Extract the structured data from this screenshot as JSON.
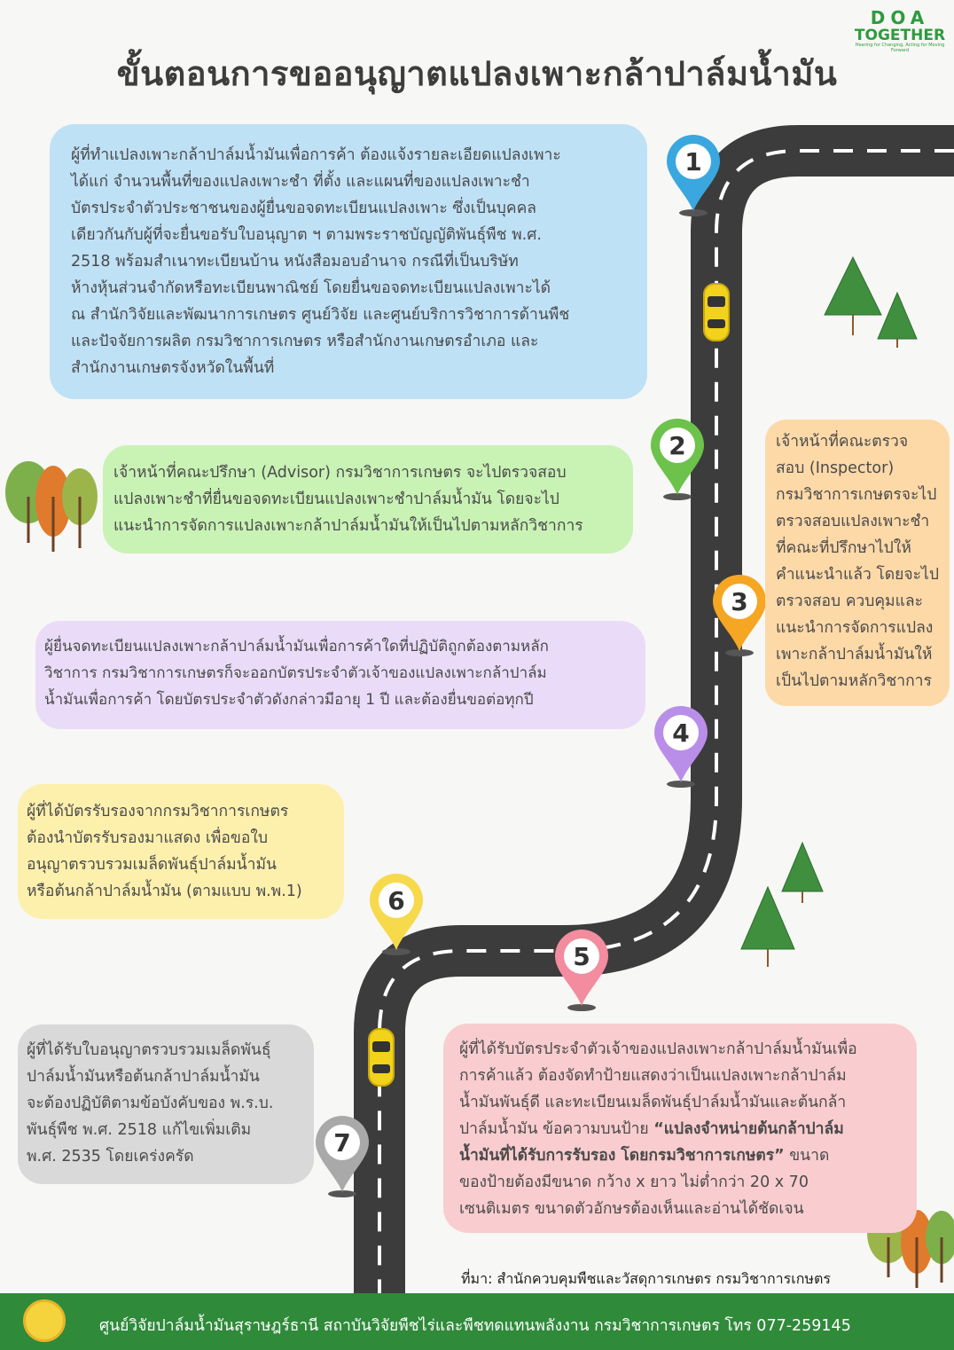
{
  "header": {
    "title": "ขั้นตอนการขออนุญาตแปลงเพาะกล้าปาล์มน้ำมัน",
    "logo_top": "DOA",
    "logo_bottom": "TOGETHER",
    "logo_tagline": "Hearing for Changing, Acting for Moving Forward"
  },
  "steps": [
    {
      "number": "1",
      "color": "#3aa7de",
      "text": "ผู้ที่ทำแปลงเพาะกล้าปาล์มน้ำมันเพื่อการค้า ต้องแจ้งรายละเอียดแปลงเพาะ\nได้แก่   จำนวนพื้นที่ของแปลงเพาะชำ ที่ตั้ง และแผนที่ของแปลงเพาะชำ\nบัตรประจำตัวประชาชนของผู้ยื่นขอจดทะเบียนแปลงเพาะ   ซึ่งเป็นบุคคล\nเดียวกันกับผู้ที่จะยื่นขอรับใบอนุญาต ฯ ตามพระราชบัญญัติพันธุ์พืช พ.ศ.\n2518  พร้อมสำเนาทะเบียนบ้าน  หนังสือมอบอำนาจ  กรณีที่เป็นบริษัท\nห้างหุ้นส่วนจำกัดหรือทะเบียนพาณิชย์ โดยยื่นขอจดทะเบียนแปลงเพาะได้\nณ สำนักวิจัยและพัฒนาการเกษตร ศูนย์วิจัย และศูนย์บริการวิชาการด้านพืช\nและปัจจัยการผลิต กรมวิชาการเกษตร  หรือสำนักงานเกษตรอำเภอ    และ\nสำนักงานเกษตรจังหวัดในพื้นที่"
    },
    {
      "number": "2",
      "color": "#6cc24a",
      "text": "เจ้าหน้าที่คณะปรึกษา (Advisor) กรมวิชาการเกษตร จะไปตรวจสอบ\nแปลงเพาะชำที่ยื่นขอจดทะเบียนแปลงเพาะชำปาล์มน้ำมัน   โดยจะไป\nแนะนำการจัดการแปลงเพาะกล้าปาล์มน้ำมันให้เป็นไปตามหลักวิชาการ"
    },
    {
      "number": "3",
      "color": "#f5a623",
      "text": "เจ้าหน้าที่คณะตรวจ\nสอบ (Inspector)\nกรมวิชาการเกษตรจะไป\nตรวจสอบแปลงเพาะชำ\nที่คณะที่ปรึกษาไปให้\nคำแนะนำแล้ว โดยจะไป\nตรวจสอบ ควบคุมและ\nแนะนำการจัดการแปลง\nเพาะกล้าปาล์มน้ำมันให้\nเป็นไปตามหลักวิชาการ"
    },
    {
      "number": "4",
      "color": "#b98ee8",
      "text": "ผู้ยื่นจดทะเบียนแปลงเพาะกล้าปาล์มน้ำมันเพื่อการค้าใดที่ปฏิบัติถูกต้องตามหลัก\nวิชาการ    กรมวิชาการเกษตรก็จะออกบัตรประจำตัวเจ้าของแปลงเพาะกล้าปาล์ม\nน้ำมันเพื่อการค้า โดยบัตรประจำตัวดังกล่าวมีอายุ 1 ปี และต้องยื่นขอต่อทุกปี"
    },
    {
      "number": "5",
      "color": "#f28c9e",
      "text_before": "ผู้ที่ได้รับบัตรประจำตัวเจ้าของแปลงเพาะกล้าปาล์มน้ำมันเพื่อ\nการค้าแล้ว ต้องจัดทำป้ายแสดงว่าเป็นแปลงเพาะกล้าปาล์ม\nน้ำมันพันธุ์ดี และทะเบียนเมล็ดพันธุ์ปาล์มน้ำมันและต้นกล้า\nปาล์มน้ำมัน ข้อความบนป้าย ",
      "text_bold": "“แปลงจำหน่ายต้นกล้าปาล์ม\nน้ำมันที่ได้รับการรับรอง โดยกรมวิชาการเกษตร”",
      "text_after": " ขนาด\nของป้ายต้องมีขนาด กว้าง x ยาว ไม่ต่ำกว่า 20 x 70\nเซนติเมตร ขนาดตัวอักษรต้องเห็นและอ่านได้ชัดเจน"
    },
    {
      "number": "6",
      "color": "#f7d94c",
      "text": "ผู้ที่ได้บัตรรับรองจากกรมวิชาการเกษตร\nต้องนำบัตรรับรองมาแสดง   เพื่อขอใบ\nอนุญาตรวบรวมเมล็ดพันธุ์ปาล์มน้ำมัน\nหรือต้นกล้าปาล์มน้ำมัน (ตามแบบ พ.พ.1)"
    },
    {
      "number": "7",
      "color": "#a9a9a9",
      "text": "ผู้ที่ได้รับใบอนุญาตรวบรวมเมล็ดพันธุ์\nปาล์มน้ำมันหรือต้นกล้าปาล์มน้ำมัน\nจะต้องปฏิบัติตามข้อบังคับของ พ.ร.บ.\nพันธุ์พืช พ.ศ. 2518 แก้ไขเพิ่มเติม\nพ.ศ. 2535 โดยเคร่งครัด"
    }
  ],
  "source": "ที่มา: สำนักควบคุมพืชและวัสดุการเกษตร กรมวิชาการเกษตร",
  "footer": {
    "text": "ศูนย์วิจัยปาล์มน้ำมันสุราษฎร์ธานี สถาบันวิจัยพืชไร่และพืชทดแทนพลังงาน กรมวิชาการเกษตร โทร  077-259145"
  },
  "colors": {
    "box1": "#bfe1f6",
    "box2": "#c9f2b5",
    "box3": "#fdd9a8",
    "box4": "#eadcf8",
    "box5": "#f9cdcf",
    "box6": "#fdf0ad",
    "box7": "#d9d9d9",
    "road": "#3c3c3c",
    "footer": "#2f8a3a"
  }
}
